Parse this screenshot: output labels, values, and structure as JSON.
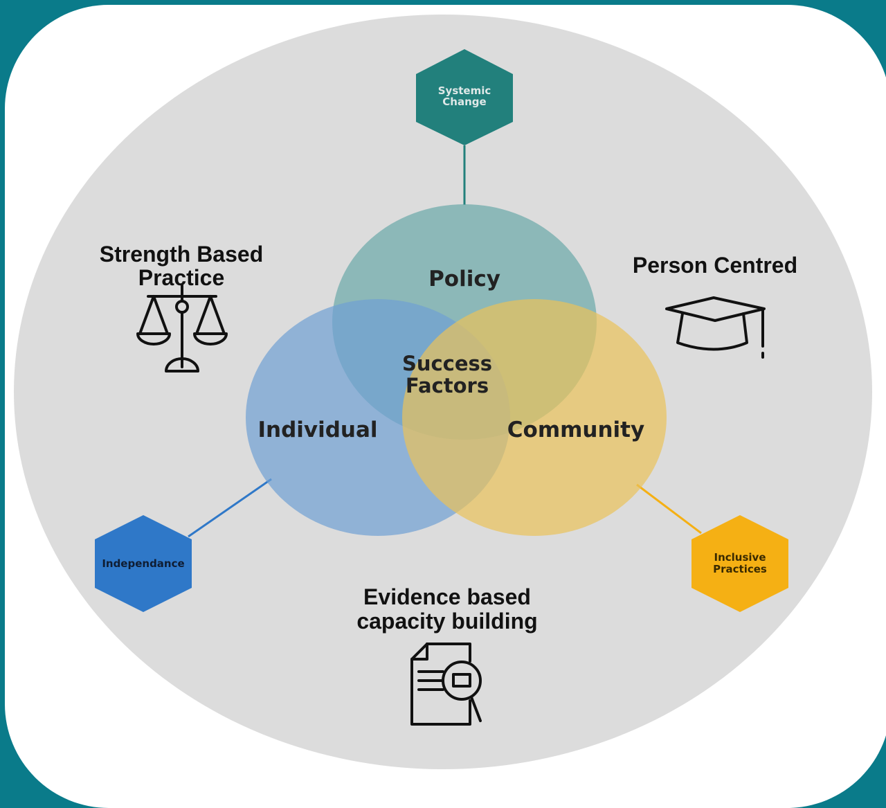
{
  "center": {
    "line1": "Success",
    "line2": "Factors"
  },
  "circles": {
    "policy": {
      "label": "Policy",
      "color": "#6aa8a8"
    },
    "individual": {
      "label": "Individual",
      "color": "#6f9fd3"
    },
    "community": {
      "label": "Community",
      "color": "#e9c25a"
    }
  },
  "hexagons": {
    "systemic": {
      "line1": "Systemic",
      "line2": "Change",
      "color": "#22807c"
    },
    "independance": {
      "line1": "Independance",
      "color": "#2f78c8"
    },
    "inclusive": {
      "line1": "Inclusive",
      "line2": "Practices",
      "color": "#f5b014"
    }
  },
  "principles": {
    "strength": {
      "line1": "Strength Based",
      "line2": "Practice",
      "icon": "scales-icon"
    },
    "person": {
      "line1": "Person Centred",
      "icon": "graduation-cap-icon"
    },
    "evidence": {
      "line1": "Evidence based",
      "line2": "capacity building",
      "icon": "document-search-icon"
    }
  },
  "colors": {
    "frame": "#0a7b8a",
    "background_disc": "#dcdcdc"
  }
}
